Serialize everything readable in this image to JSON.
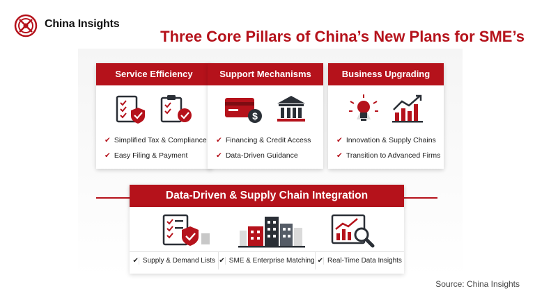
{
  "brand": {
    "name": "China Insights",
    "logo_icon": "compass-logo-icon"
  },
  "title": "Three Core Pillars of China’s New Plans for SME’s",
  "colors": {
    "accent": "#b5121b",
    "dark": "#2a2f36"
  },
  "pillars": [
    {
      "heading": "Service Efficiency",
      "icons": [
        "checklist-shield-icon",
        "clipboard-check-icon"
      ],
      "items": [
        "Simplified Tax & Compliance",
        "Easy Filing & Payment"
      ]
    },
    {
      "heading": "Support Mechanisms",
      "icons": [
        "credit-card-icon",
        "bank-icon"
      ],
      "items": [
        "Financing & Credit Access",
        "Data-Driven Guidance"
      ]
    },
    {
      "heading": "Business Upgrading",
      "icons": [
        "lightbulb-icon",
        "growth-chart-icon"
      ],
      "items": [
        "Innovation & Supply Chains",
        "Transition to Advanced Firms"
      ]
    }
  ],
  "integration": {
    "heading": "Data-Driven & Supply Chain Integration",
    "icons": [
      "document-shield-icon",
      "city-buildings-icon",
      "analytics-magnifier-icon"
    ],
    "items": [
      "Supply & Demand Lists",
      "SME & Enterprise Matching",
      "Real-Time Data Insights"
    ]
  },
  "source": "Source: China Insights"
}
